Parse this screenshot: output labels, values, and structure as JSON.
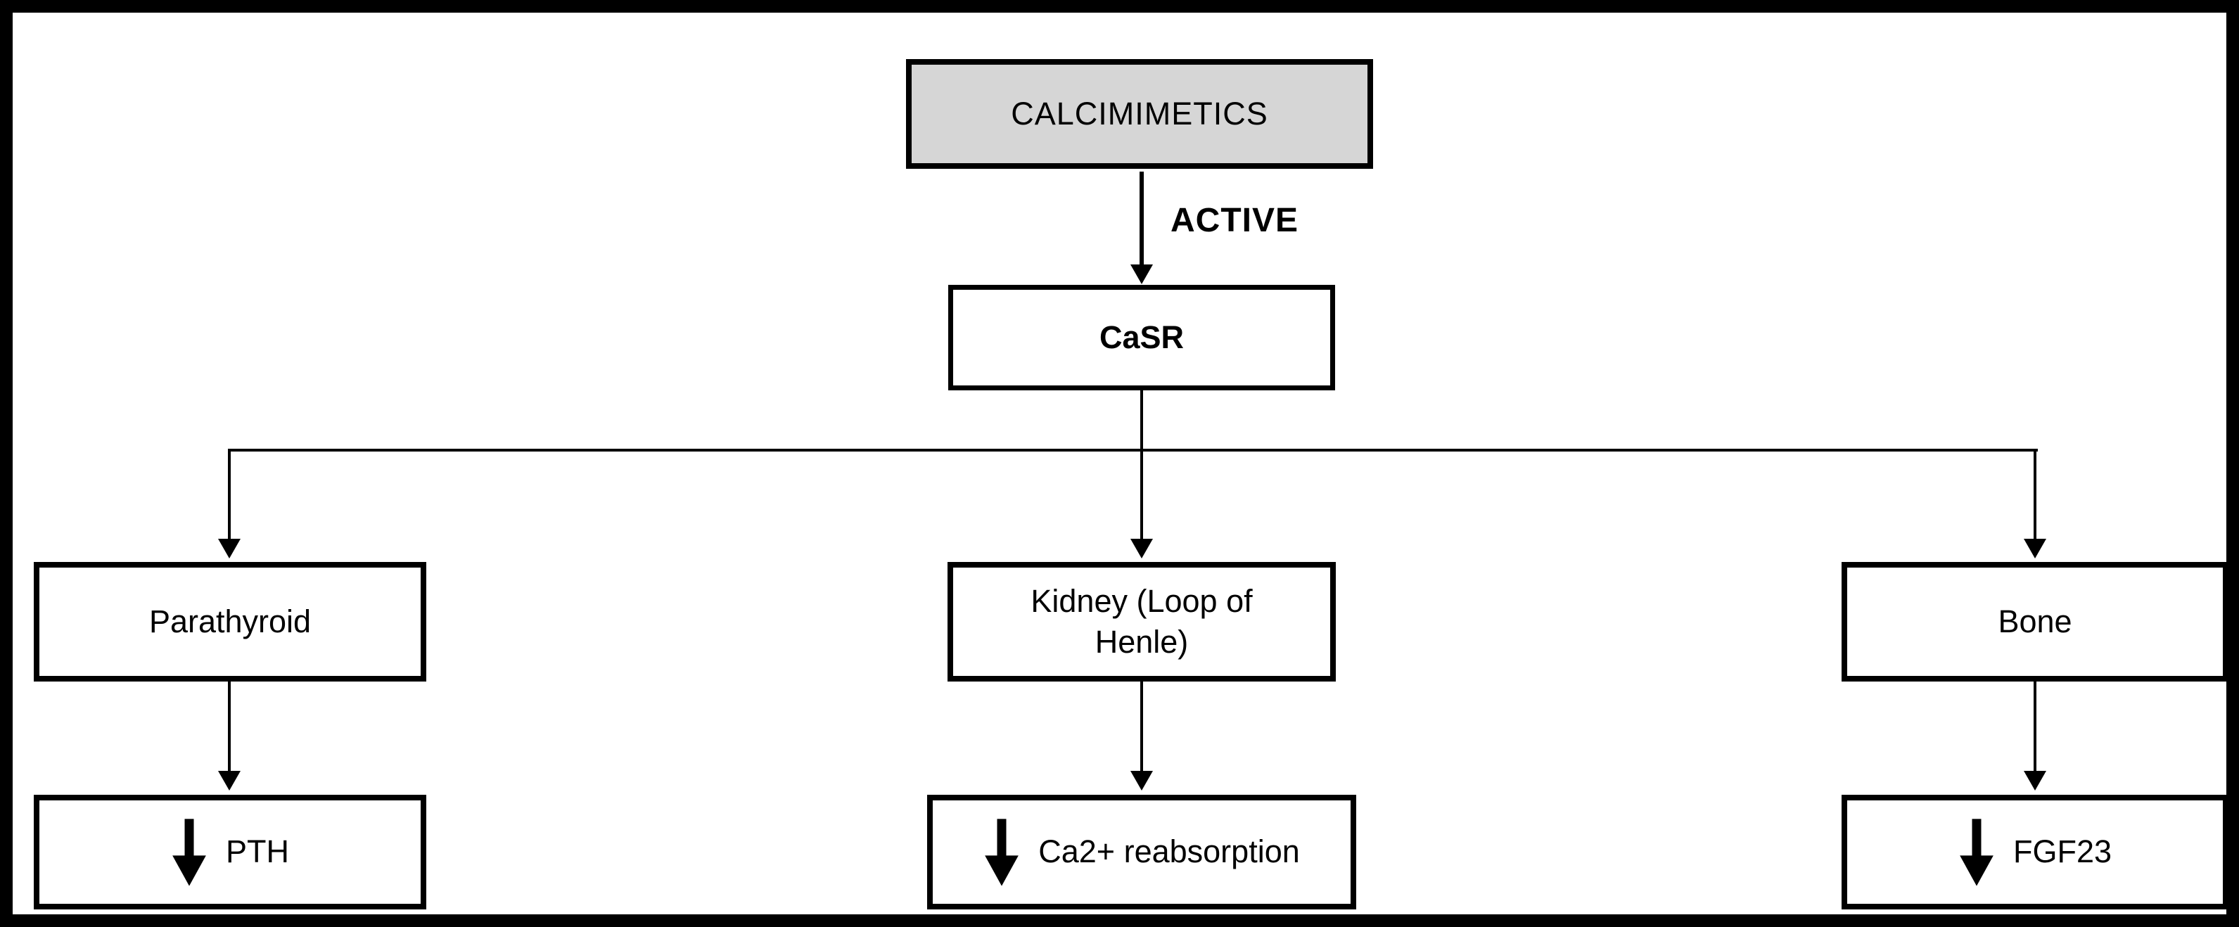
{
  "diagram": {
    "type": "flowchart",
    "background": "#ffffff",
    "line_color": "#000000",
    "nodes": {
      "calcimimetics": {
        "label": "CALCIMIMETICS",
        "fill": "#d6d6d6"
      },
      "casr": {
        "label": "CaSR",
        "fill": "#ffffff"
      },
      "parathyroid": {
        "label": "Parathyroid",
        "fill": "#ffffff"
      },
      "kidney": {
        "label": "Kidney (Loop of Henle)",
        "fill": "#ffffff"
      },
      "bone": {
        "label": "Bone",
        "fill": "#ffffff"
      },
      "pth": {
        "label": "PTH",
        "decrease_icon": "down-arrow"
      },
      "ca_reabsorption": {
        "label": "Ca2+ reabsorption",
        "decrease_icon": "down-arrow"
      },
      "fgf23": {
        "label": "FGF23",
        "decrease_icon": "down-arrow"
      }
    },
    "edge_labels": {
      "active": "ACTIVE"
    }
  }
}
